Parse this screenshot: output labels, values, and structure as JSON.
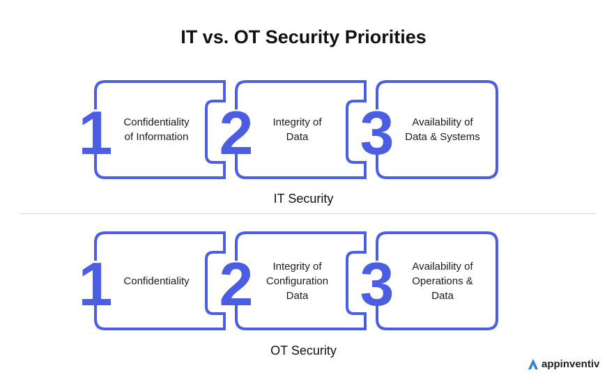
{
  "title": "IT vs. OT Security Priorities",
  "accent_color": "#4b5de0",
  "sections": [
    {
      "label": "IT Security",
      "cards": [
        {
          "number": "1",
          "lines": [
            "Confidentiality",
            "of Information"
          ]
        },
        {
          "number": "2",
          "lines": [
            "Integrity of",
            "Data"
          ]
        },
        {
          "number": "3",
          "lines": [
            "Availability of",
            "Data & Systems"
          ]
        }
      ]
    },
    {
      "label": "OT Security",
      "cards": [
        {
          "number": "1",
          "lines": [
            "Confidentiality"
          ]
        },
        {
          "number": "2",
          "lines": [
            "Integrity of",
            "Configuration",
            "Data"
          ]
        },
        {
          "number": "3",
          "lines": [
            "Availability of",
            "Operations &",
            "Data"
          ]
        }
      ]
    }
  ],
  "logo": {
    "text": "appinventiv"
  }
}
